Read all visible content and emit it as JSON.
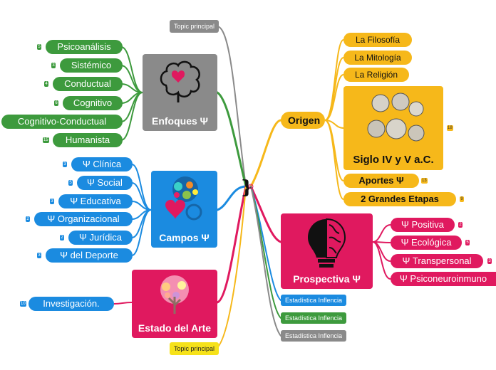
{
  "central": {
    "label": ""
  },
  "topics": {
    "top": "Topic principal",
    "bottom": "Topic principal"
  },
  "enfoques": {
    "title": "Enfoques Ψ",
    "items": [
      {
        "label": "Psicoanálisis",
        "count": "5"
      },
      {
        "label": "Sistémico",
        "count": "3"
      },
      {
        "label": "Conductual",
        "count": "4"
      },
      {
        "label": "Cognitivo",
        "count": "6"
      },
      {
        "label": "Cognitivo-Conductual",
        "count": ""
      },
      {
        "label": "Humanista",
        "count": "15"
      }
    ]
  },
  "campos": {
    "title": "Campos Ψ",
    "items": [
      {
        "label": "Ψ Clínica",
        "count": "3"
      },
      {
        "label": "Ψ Social",
        "count": "5"
      },
      {
        "label": "Ψ Educativa",
        "count": "3"
      },
      {
        "label": "Ψ Organizacional",
        "count": "2"
      },
      {
        "label": "Ψ Jurídica",
        "count": "2"
      },
      {
        "label": "Ψ  del Deporte",
        "count": "3"
      }
    ]
  },
  "estado": {
    "title": "Estado del Arte",
    "items": [
      {
        "label": "Investigación.",
        "count": "10"
      }
    ]
  },
  "origen": {
    "title": "Origen",
    "items": [
      {
        "label": "La Filosofía"
      },
      {
        "label": "La Mitología"
      },
      {
        "label": "La Religión"
      }
    ],
    "siglo": {
      "label": "Siglo IV y V a.C.",
      "count": "18"
    },
    "aportes": {
      "label": "Aportes Ψ",
      "count": "13"
    },
    "etapas": {
      "label": "2 Grandes Etapas",
      "count": "9"
    }
  },
  "prospectiva": {
    "title": "Prospectiva  Ψ",
    "items": [
      {
        "label": "Ψ Positiva",
        "count": "2"
      },
      {
        "label": "Ψ Ecológica",
        "count": "5"
      },
      {
        "label": "Ψ Transpersonal",
        "count": "3"
      },
      {
        "label": "Ψ Psiconeuroinmuno",
        "count": ""
      }
    ]
  },
  "estadistica": [
    {
      "label": "Estadística Inflencia"
    },
    {
      "label": "Estadística Inflencia"
    },
    {
      "label": "Estadística Inflencia"
    }
  ],
  "colors": {
    "green": "#3d9a3d",
    "blue": "#1b8be0",
    "yellow": "#f6b81a",
    "pink": "#e0195f",
    "gray": "#8a8a8a"
  }
}
